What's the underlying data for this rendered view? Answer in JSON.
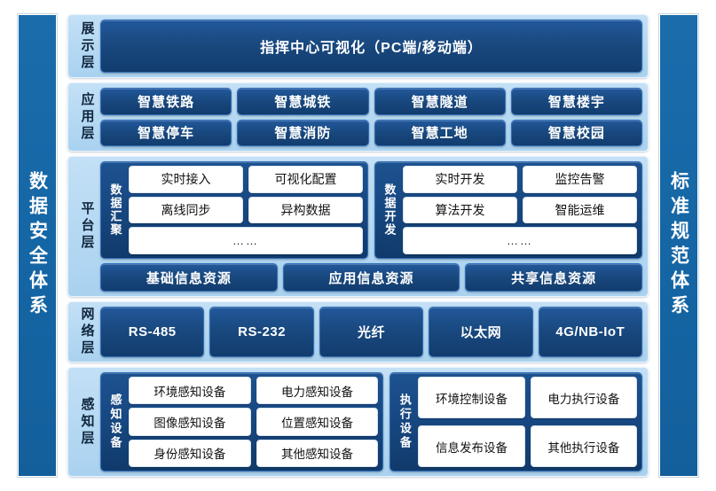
{
  "pillars": {
    "left": "数据安全体系",
    "right": "标准规范体系"
  },
  "colors": {
    "background": "#4a6d4d",
    "canvas": "#ffffff",
    "pillar": "#1566a5",
    "layer_panel": "#a9d2f0",
    "dark_pill": "#19497f",
    "white_box": "#ffffff"
  },
  "layers": [
    {
      "name": "展示层",
      "items": [
        "指挥中心可视化（PC端/移动端）"
      ]
    },
    {
      "name": "应用层",
      "row1": [
        "智慧铁路",
        "智慧城铁",
        "智慧隧道",
        "智慧楼宇"
      ],
      "row2": [
        "智慧停车",
        "智慧消防",
        "智慧工地",
        "智慧校园"
      ]
    },
    {
      "name": "平台层",
      "groups": [
        {
          "name": "数据汇聚",
          "row1": [
            "实时接入",
            "可视化配置"
          ],
          "row2": [
            "离线同步",
            "异构数据"
          ],
          "row3": [
            "……"
          ]
        },
        {
          "name": "数据开发",
          "row1": [
            "实时开发",
            "监控告警"
          ],
          "row2": [
            "算法开发",
            "智能运维"
          ],
          "row3": [
            "……"
          ]
        }
      ],
      "resources": [
        "基础信息资源",
        "应用信息资源",
        "共享信息资源"
      ]
    },
    {
      "name": "网络层",
      "items": [
        "RS-485",
        "RS-232",
        "光纤",
        "以太网",
        "4G/NB-IoT"
      ]
    },
    {
      "name": "感知层",
      "groups": [
        {
          "name": "感知设备",
          "row1": [
            "环境感知设备",
            "电力感知设备"
          ],
          "row2": [
            "图像感知设备",
            "位置感知设备"
          ],
          "row3": [
            "身份感知设备",
            "其他感知设备"
          ]
        },
        {
          "name": "执行设备",
          "row1": [
            "环境控制设备",
            "电力执行设备"
          ],
          "row2": [
            "信息发布设备",
            "其他执行设备"
          ]
        }
      ]
    }
  ]
}
